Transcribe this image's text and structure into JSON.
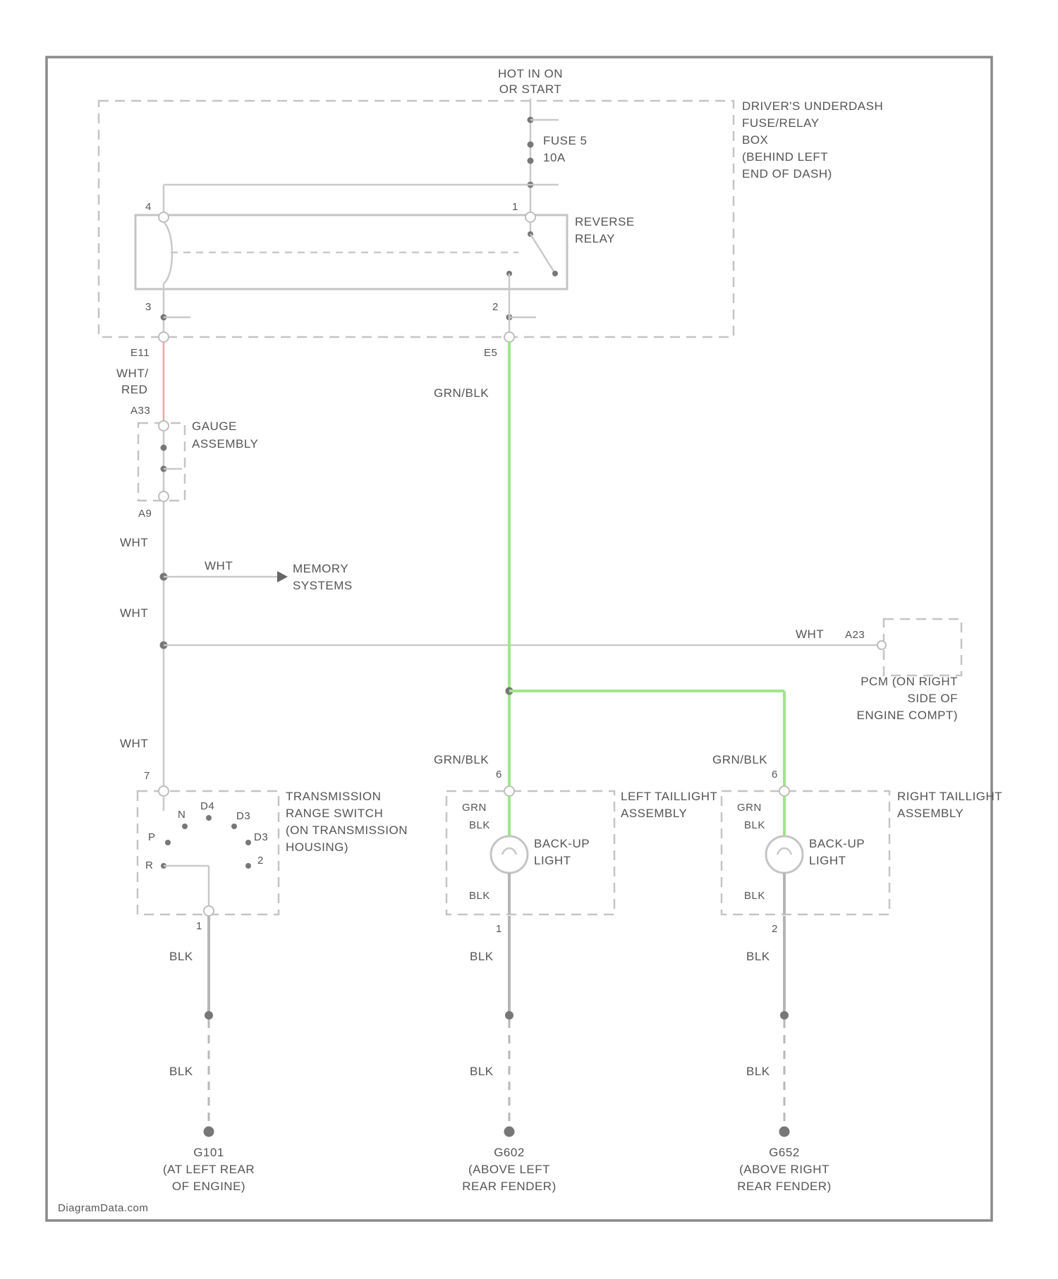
{
  "header": {
    "power_source": [
      "HOT IN ON",
      "OR START"
    ]
  },
  "components": {
    "fuse_box": [
      "DRIVER'S UNDERDASH",
      "FUSE/RELAY",
      "BOX",
      "(BEHIND LEFT",
      "END OF DASH)"
    ],
    "fuse": [
      "FUSE 5",
      "10A"
    ],
    "reverse_relay": [
      "REVERSE",
      "RELAY"
    ],
    "gauge_assembly": [
      "GAUGE",
      "ASSEMBLY"
    ],
    "memory_systems": [
      "MEMORY",
      "SYSTEMS"
    ],
    "pcm": [
      "PCM (ON RIGHT",
      "SIDE OF",
      "ENGINE COMPT)"
    ],
    "trans_range_switch": [
      "TRANSMISSION",
      "RANGE SWITCH",
      "(ON TRANSMISSION",
      "HOUSING)"
    ],
    "left_taillight": [
      "LEFT TAILLIGHT",
      "ASSEMBLY"
    ],
    "right_taillight": [
      "RIGHT TAILLIGHT",
      "ASSEMBLY"
    ],
    "backup_light": [
      "BACK-UP",
      "LIGHT"
    ],
    "ground_g101": [
      "G101",
      "(AT LEFT REAR",
      "OF ENGINE)"
    ],
    "ground_g602": [
      "G602",
      "(ABOVE LEFT",
      "REAR FENDER)"
    ],
    "ground_g652": [
      "G652",
      "(ABOVE RIGHT",
      "REAR FENDER)"
    ]
  },
  "pins": {
    "relay_4": "4",
    "relay_1": "1",
    "relay_3": "3",
    "relay_2": "2",
    "c1": "E11",
    "c2": "E5",
    "c3": "A33",
    "c4": "A9",
    "c5": "A23",
    "pin_7": "7",
    "pin_6a": "6",
    "pin_6b": "6",
    "pin_1a": "1",
    "pin_1b": "1",
    "pin_2": "2",
    "sw_p": "P",
    "sw_r": "R",
    "sw_n": "N",
    "sw_d4": "D4",
    "sw_d3": "D3",
    "sw_d2": "D3",
    "sw_2": "2"
  },
  "wire_colors": {
    "wht_red": [
      "WHT/",
      "RED"
    ],
    "wht": "WHT",
    "grn_blk": "GRN/BLK",
    "grn": "GRN",
    "blk": "BLK"
  },
  "footer": {
    "watermark": "DiagramData.com"
  },
  "colors": {
    "green_wire": "#9ee68a",
    "red_wire": "#f2a6a6",
    "grey_wire": "#c9c9c9"
  }
}
